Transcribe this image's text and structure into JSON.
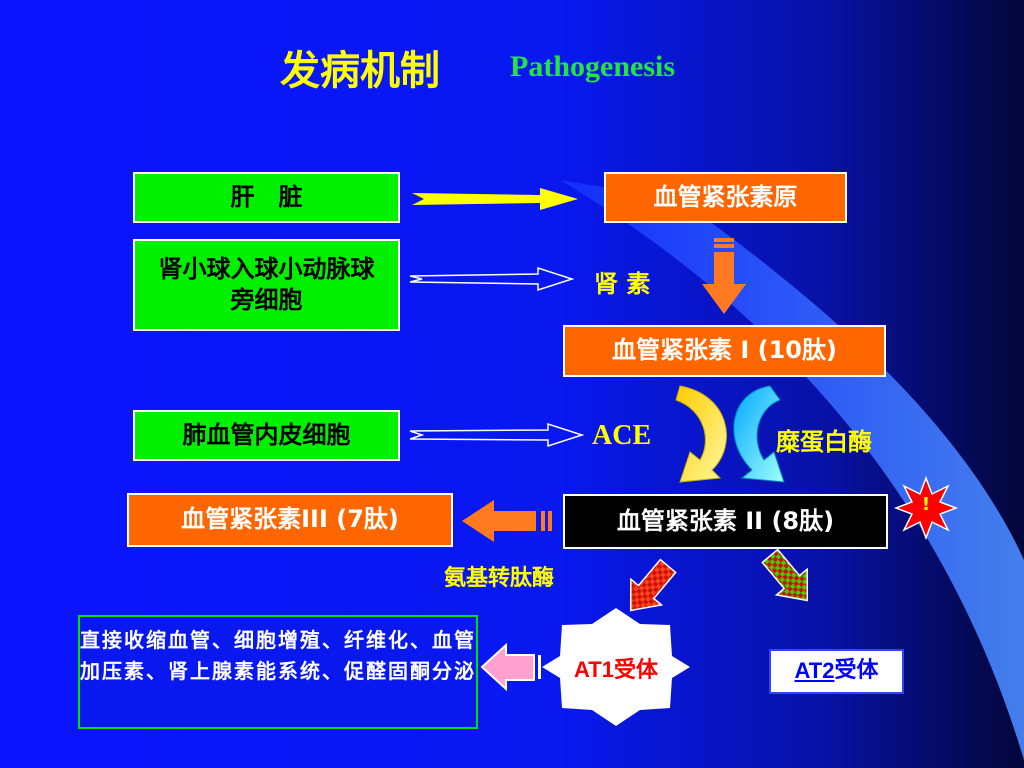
{
  "title": {
    "chinese": "发病机制",
    "english": "Pathogenesis"
  },
  "sources": {
    "liver": "肝　脏",
    "juxtaglomerular": "肾小球入球小动脉球旁细胞",
    "lung_endothelium": "肺血管内皮细胞"
  },
  "products": {
    "angiotensinogen": "血管紧张素原",
    "angiotensin_1": "血管紧张素 I (10肽)",
    "angiotensin_2": "血管紧张素 II (8肽)",
    "angiotensin_3": "血管紧张素III (7肽)"
  },
  "enzymes": {
    "renin": "肾  素",
    "ace": "ACE",
    "chymase": "糜蛋白酶",
    "aminopeptidase": "氨基转肽酶"
  },
  "receptors": {
    "at1_prefix": "AT1",
    "at1_suffix": "受体",
    "at2_prefix": "AT2",
    "at2_suffix": "受体"
  },
  "effects": "直接收缩血管、细胞增殖、纤维化、血管加压素、肾上腺素能系统、促醛固酮分泌",
  "alert_mark": "!",
  "colors": {
    "source_box": "#00f000",
    "product_box": "#ff6600",
    "title": "#ffff00",
    "title_english": "#22e640",
    "enzyme_label": "#ffff00"
  }
}
